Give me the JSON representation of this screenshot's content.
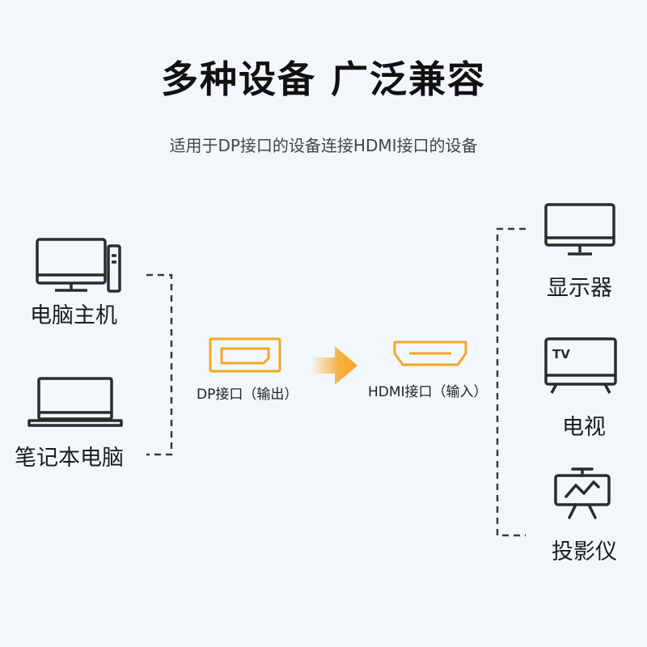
{
  "header": {
    "title": "多种设备 广泛兼容",
    "subtitle": "适用于DP接口的设备连接HDMI接口的设备"
  },
  "sources": [
    {
      "label": "电脑主机",
      "icon": "desktop-computer-icon"
    },
    {
      "label": "笔记本电脑",
      "icon": "laptop-icon"
    }
  ],
  "ports": {
    "input": {
      "label": "DP接口（输出）",
      "icon": "displayport-icon"
    },
    "output": {
      "label": "HDMI接口（输入）",
      "icon": "hdmi-icon"
    }
  },
  "targets": [
    {
      "label": "显示器",
      "icon": "monitor-icon"
    },
    {
      "label": "电视",
      "icon": "tv-icon",
      "badge": "TV"
    },
    {
      "label": "投影仪",
      "icon": "projector-icon"
    }
  ],
  "colors": {
    "background": "#f2f7fb",
    "port": "#f5a623",
    "icon": "#2b2b2b",
    "connector": "#3a3a3a"
  }
}
